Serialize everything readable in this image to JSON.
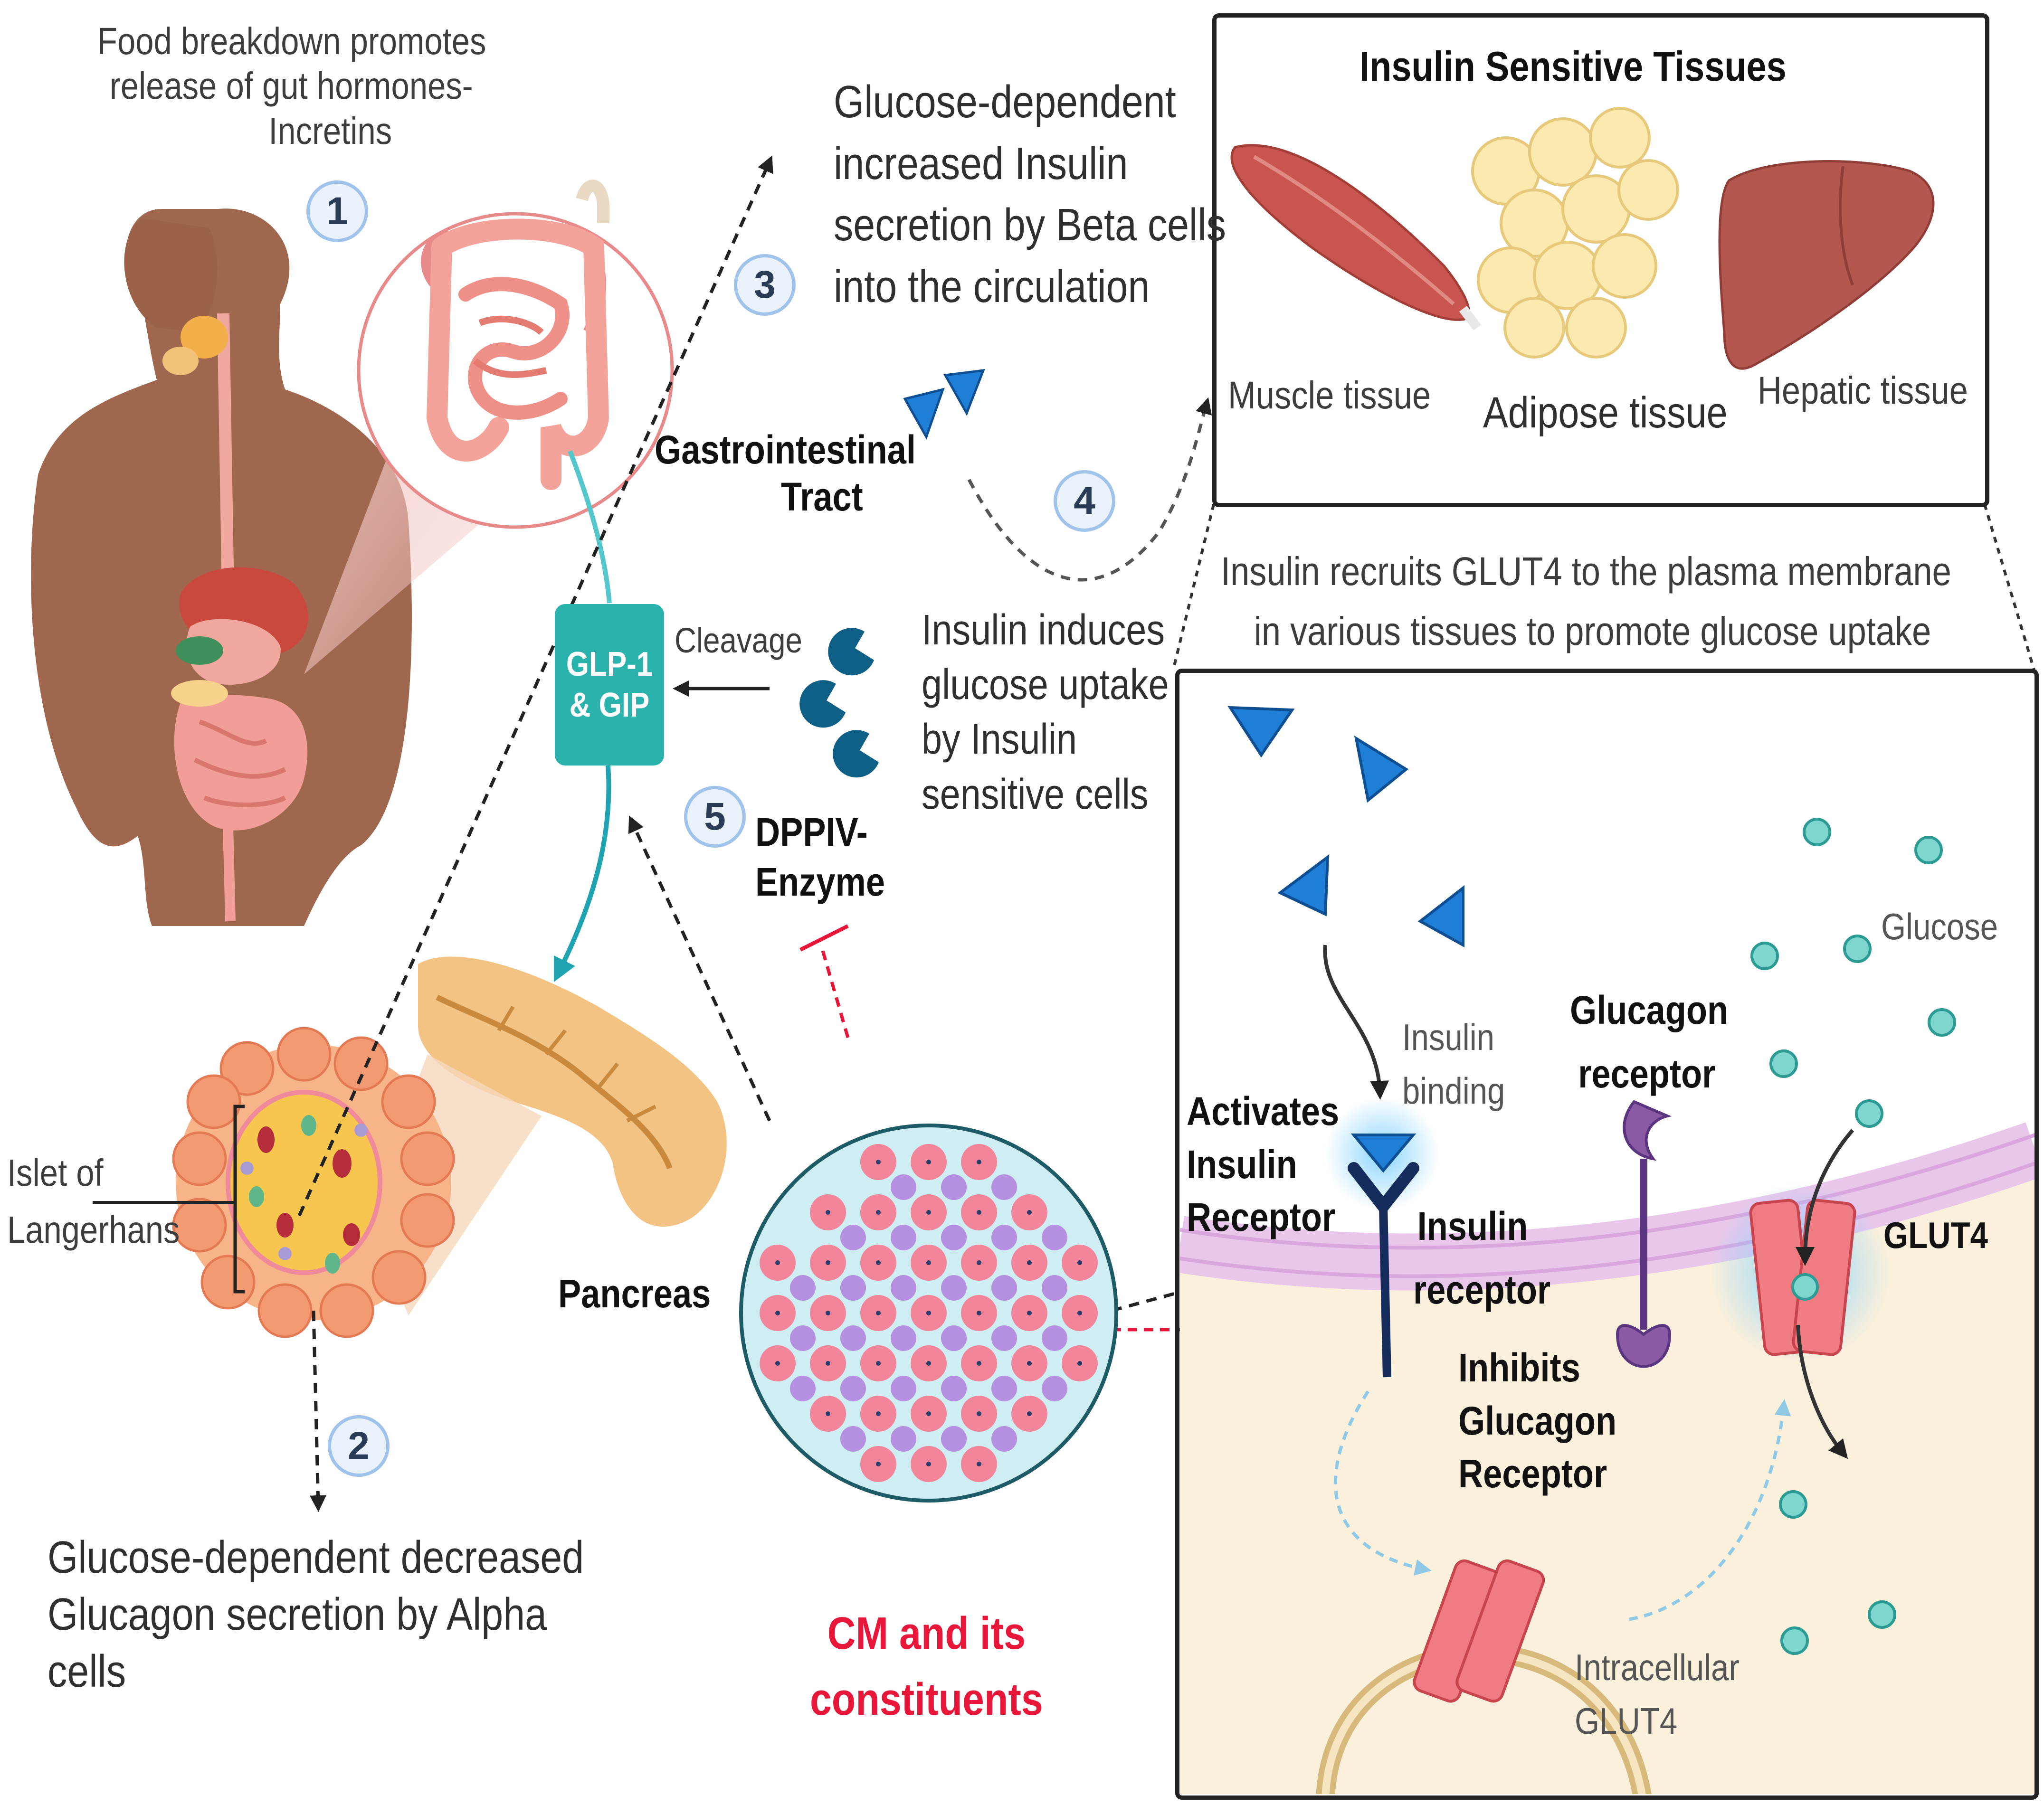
{
  "steps": {
    "step1": {
      "number": "1",
      "lines": [
        "Food breakdown promotes",
        "release of gut hormones-",
        "Incretins"
      ]
    },
    "step2": {
      "number": "2",
      "lines": [
        "Glucose-dependent decreased",
        "Glucagon secretion by Alpha",
        "cells"
      ]
    },
    "step3": {
      "number": "3",
      "lines": [
        "Glucose-dependent",
        "increased Insulin",
        "secretion by Beta cells",
        "into the circulation"
      ]
    },
    "step4": {
      "number": "4",
      "lines": [
        "Insulin induces",
        "glucose uptake",
        "by Insulin",
        "sensitive cells"
      ]
    },
    "step5": {
      "number": "5",
      "lines": [
        "DPPIV-",
        "Enzyme"
      ]
    }
  },
  "labels": {
    "gi_tract": [
      "Gastrointestinal",
      "Tract"
    ],
    "glp_box": [
      "GLP-1",
      "& GIP"
    ],
    "cleavage": "Cleavage",
    "islet": [
      "Islet of",
      "Langerhans"
    ],
    "pancreas": "Pancreas",
    "cm": [
      "CM and its",
      "constituents"
    ]
  },
  "tissues_panel": {
    "title": "Insulin Sensitive Tissues",
    "muscle": "Muscle tissue",
    "adipose": "Adipose tissue",
    "hepatic": "Hepatic tissue"
  },
  "glut4_note": [
    "Insulin recruits GLUT4 to the plasma membrane",
    "in various tissues  to promote glucose uptake"
  ],
  "cell_panel": {
    "glucose": "Glucose",
    "insulin_binding": [
      "Insulin",
      "binding"
    ],
    "glucagon_receptor": [
      "Glucagon",
      "receptor"
    ],
    "activates": [
      "Activates",
      "Insulin",
      "Receptor"
    ],
    "insulin_receptor": [
      "Insulin",
      "receptor"
    ],
    "glut4": "GLUT4",
    "inhibits": [
      "Inhibits",
      "Glucagon",
      "Receptor"
    ],
    "intracellular_glut4": [
      "Intracellular",
      "GLUT4"
    ]
  },
  "colors": {
    "teal": "#2ab2ad",
    "insulin_blue": "#1f7fd6",
    "dppiv_blue": "#0e5f86",
    "cm_red": "#e8173a",
    "membrane_pink": "#e9c7ea",
    "cytoplasm": "#fbf0dc",
    "glucose": "#7fd6cf"
  }
}
